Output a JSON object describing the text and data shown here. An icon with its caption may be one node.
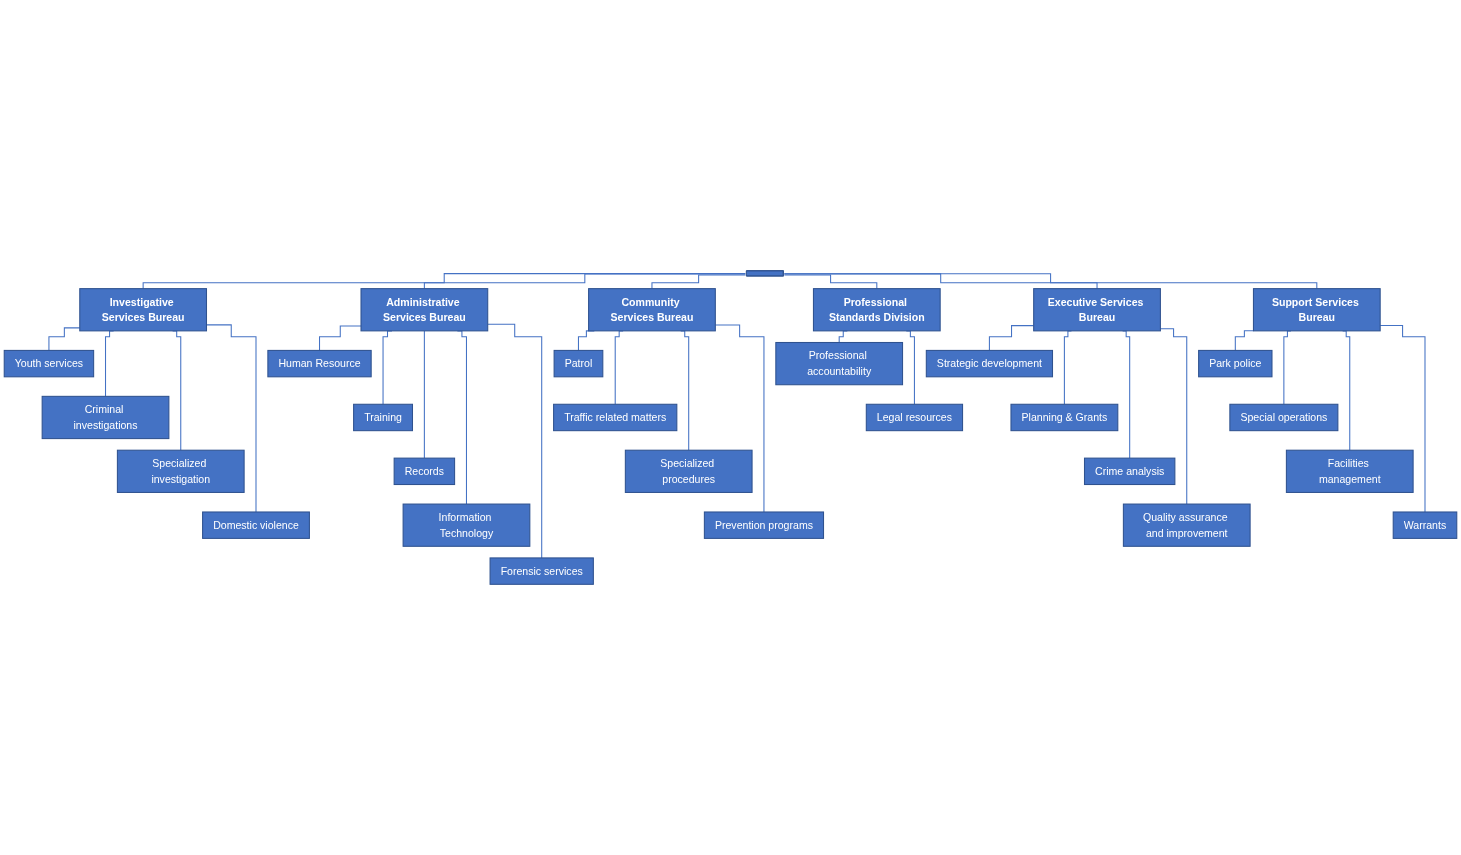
{
  "diagram": {
    "nodes": [
      {
        "text": [],
        "shape": "bar"
      },
      {
        "text": [
          "Investigative Services Bureau"
        ]
      },
      {
        "text": [
          "Administrative Services Bureau"
        ]
      },
      {
        "text": [
          "Community Services Bureau"
        ]
      },
      {
        "text": [
          "Professional Standards Division"
        ]
      },
      {
        "text": [
          "Executive Services Bureau"
        ]
      },
      {
        "text": [
          "Support Services Bureau"
        ]
      },
      {
        "text": [
          "Youth services"
        ]
      },
      {
        "text": [
          "Criminal investigations"
        ]
      },
      {
        "text": [
          "Specialized investigation"
        ]
      },
      {
        "text": [
          "Domestic violence"
        ]
      },
      {
        "text": [
          "Human Resource"
        ]
      },
      {
        "text": [
          "Training"
        ]
      },
      {
        "text": [
          "Records"
        ]
      },
      {
        "text": [
          "Information Technology"
        ]
      },
      {
        "text": [
          "Forensic services"
        ]
      },
      {
        "text": [
          "Patrol"
        ]
      },
      {
        "text": [
          "Traffic related matters"
        ]
      },
      {
        "text": [
          "Specialized procedures"
        ]
      },
      {
        "text": [
          "Prevention programs"
        ]
      },
      {
        "text": [
          "Professional accountability"
        ]
      },
      {
        "text": [
          "Legal resources"
        ]
      },
      {
        "text": [
          "Strategic development"
        ]
      },
      {
        "text": [
          "Planning & Grants"
        ]
      },
      {
        "text": [
          "Crime analysis"
        ]
      },
      {
        "text": [
          "Quality assurance and improvement"
        ]
      },
      {
        "text": [
          "Park police"
        ]
      },
      {
        "text": [
          "Special operations"
        ]
      },
      {
        "text": [
          "Facilities management"
        ]
      },
      {
        "text": [
          "Warrants"
        ]
      }
    ],
    "edges": [
      {
        "from": 0,
        "to": 1,
        "arrow": "none"
      },
      {
        "from": 0,
        "to": 2,
        "arrow": "none"
      },
      {
        "from": 0,
        "to": 3,
        "arrow": "none"
      },
      {
        "from": 0,
        "to": 4,
        "arrow": "none"
      },
      {
        "from": 0,
        "to": 5,
        "arrow": "none"
      },
      {
        "from": 0,
        "to": 6,
        "arrow": "none"
      },
      {
        "from": 1,
        "to": 7,
        "arrow": "none"
      },
      {
        "from": 1,
        "to": 8,
        "arrow": "none"
      },
      {
        "from": 1,
        "to": 9,
        "arrow": "none"
      },
      {
        "from": 1,
        "to": 10,
        "arrow": "none"
      },
      {
        "from": 2,
        "to": 11,
        "arrow": "none"
      },
      {
        "from": 2,
        "to": 12,
        "arrow": "none"
      },
      {
        "from": 2,
        "to": 13,
        "arrow": "none"
      },
      {
        "from": 2,
        "to": 14,
        "arrow": "none"
      },
      {
        "from": 2,
        "to": 15,
        "arrow": "none"
      },
      {
        "from": 3,
        "to": 16,
        "arrow": "none"
      },
      {
        "from": 3,
        "to": 17,
        "arrow": "none"
      },
      {
        "from": 3,
        "to": 18,
        "arrow": "none"
      },
      {
        "from": 3,
        "to": 19,
        "arrow": "none"
      },
      {
        "from": 4,
        "to": 20,
        "arrow": "none"
      },
      {
        "from": 4,
        "to": 21,
        "arrow": "none"
      },
      {
        "from": 5,
        "to": 22,
        "arrow": "none"
      },
      {
        "from": 5,
        "to": 23,
        "arrow": "none"
      },
      {
        "from": 5,
        "to": 24,
        "arrow": "none"
      },
      {
        "from": 5,
        "to": 25,
        "arrow": "none"
      },
      {
        "from": 6,
        "to": 26,
        "arrow": "none"
      },
      {
        "from": 6,
        "to": 27,
        "arrow": "none"
      },
      {
        "from": 6,
        "to": 28,
        "arrow": "none"
      },
      {
        "from": 6,
        "to": 29,
        "arrow": "none"
      }
    ]
  }
}
